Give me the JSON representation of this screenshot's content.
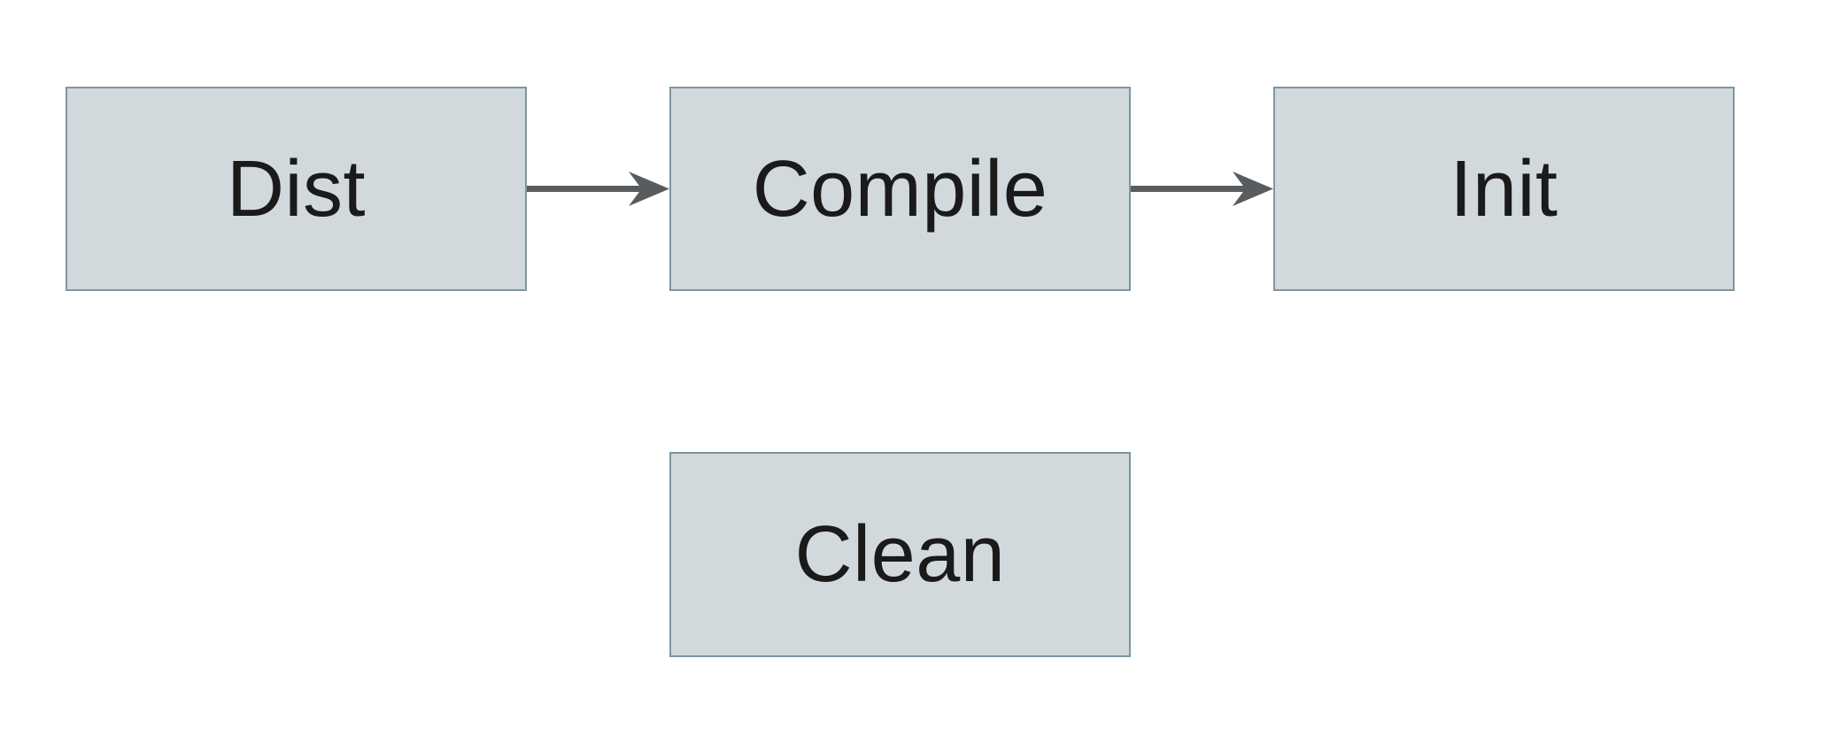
{
  "diagram": {
    "type": "flowchart",
    "nodes": [
      {
        "id": "dist",
        "label": "Dist"
      },
      {
        "id": "compile",
        "label": "Compile"
      },
      {
        "id": "init",
        "label": "Init"
      },
      {
        "id": "clean",
        "label": "Clean"
      }
    ],
    "edges": [
      {
        "from": "dist",
        "to": "compile",
        "style": "solid-arrow-right"
      },
      {
        "from": "compile",
        "to": "init",
        "style": "solid-arrow-right"
      }
    ],
    "colors": {
      "background": "#ffffff",
      "box_fill": "#d1d9dc",
      "box_border": "#7f96a1",
      "arrow": "#595c5e",
      "text": "#1a1a1a"
    }
  }
}
